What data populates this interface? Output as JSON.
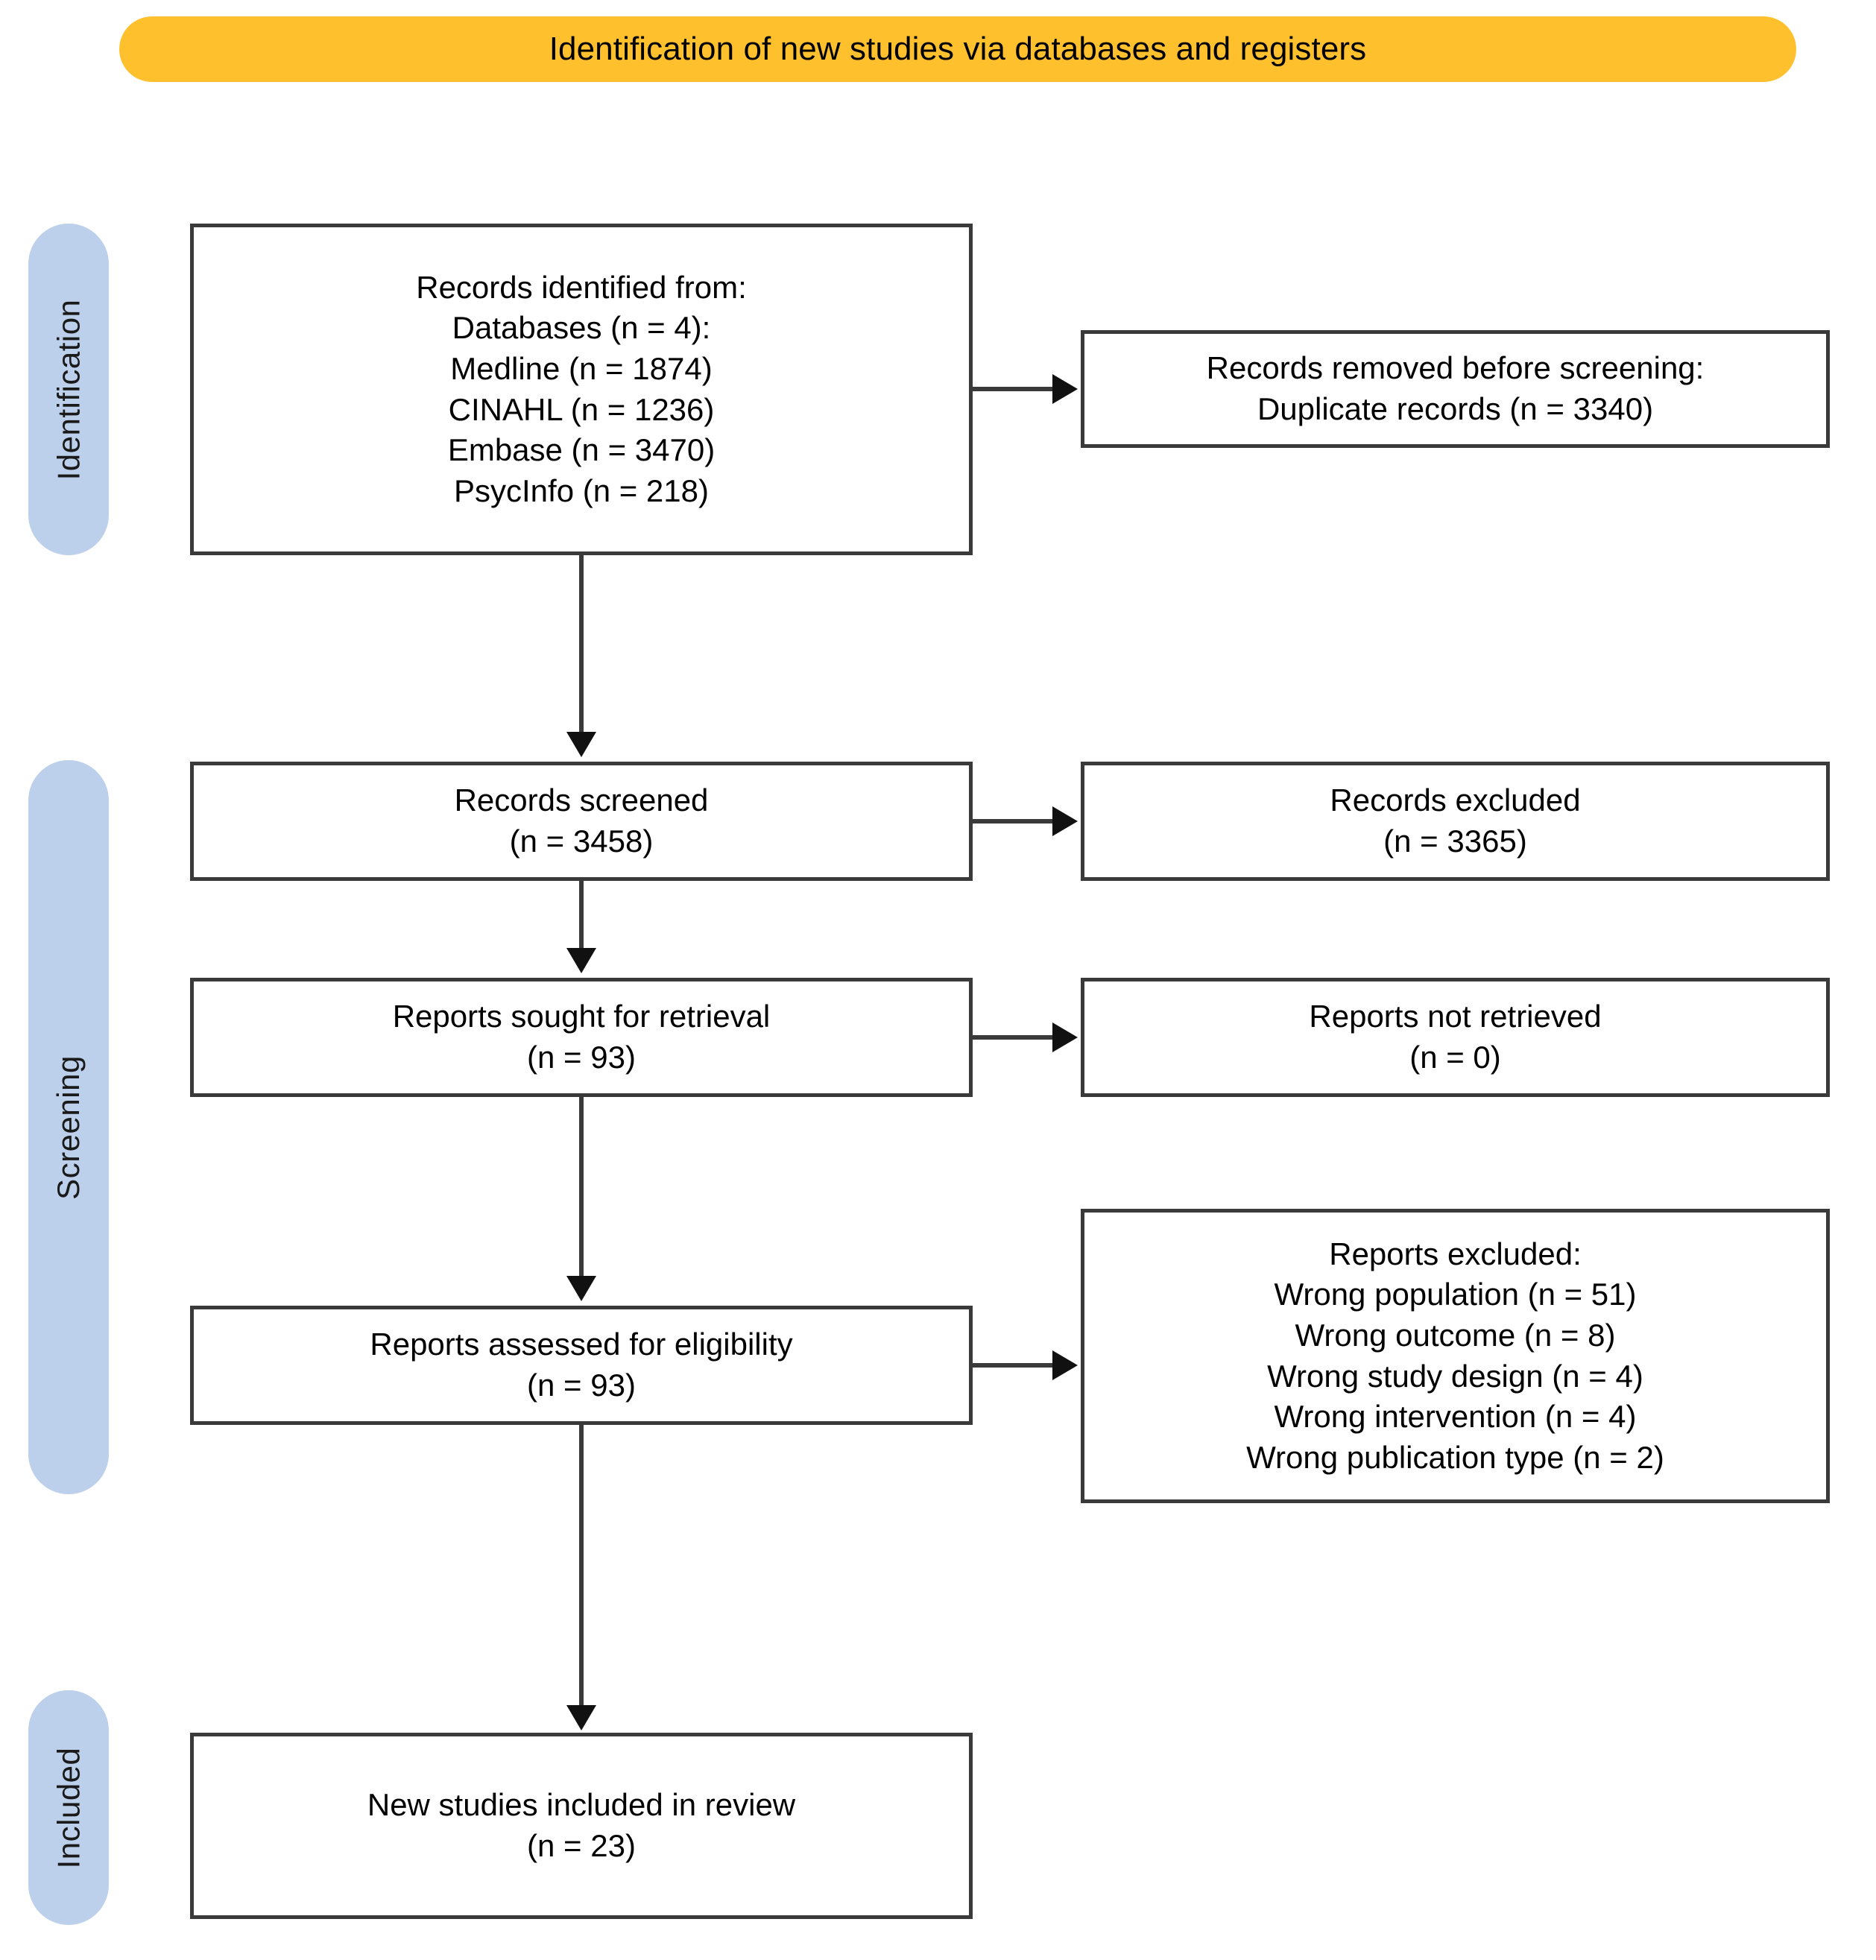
{
  "banner": {
    "title": "Identification of new studies via databases and registers",
    "color": "#FFC02E"
  },
  "stages": {
    "color": "#BCCFEB",
    "identification": "Identification",
    "screening": "Screening",
    "included": "Included"
  },
  "boxes": {
    "identified": {
      "name": "records-identified",
      "lines": [
        "Records identified from:",
        "Databases (n = 4):",
        "Medline (n = 1874)",
        "CINAHL (n = 1236)",
        "Embase (n = 3470)",
        "PsycInfo (n = 218)"
      ]
    },
    "removed": {
      "name": "records-removed-before-screening",
      "lines": [
        "Records removed before screening:",
        "Duplicate records (n = 3340)"
      ]
    },
    "screened": {
      "name": "records-screened",
      "lines": [
        "Records screened",
        "(n = 3458)"
      ]
    },
    "records_excluded": {
      "name": "records-excluded",
      "lines": [
        "Records excluded",
        "(n = 3365)"
      ]
    },
    "sought": {
      "name": "reports-sought-for-retrieval",
      "lines": [
        "Reports sought for retrieval",
        "(n = 93)"
      ]
    },
    "not_retrieved": {
      "name": "reports-not-retrieved",
      "lines": [
        "Reports not retrieved",
        "(n = 0)"
      ]
    },
    "assessed": {
      "name": "reports-assessed-for-eligibility",
      "lines": [
        "Reports assessed for eligibility",
        "(n = 93)"
      ]
    },
    "reports_excluded": {
      "name": "reports-excluded",
      "lines": [
        "Reports excluded:",
        "Wrong population (n = 51)",
        "Wrong outcome (n = 8)",
        "Wrong study design (n = 4)",
        "Wrong intervention (n = 4)",
        "Wrong publication type (n = 2)"
      ]
    },
    "included": {
      "name": "new-studies-included-in-review",
      "lines": [
        "New studies included in review",
        "(n = 23)"
      ]
    }
  },
  "chart_data": {
    "type": "diagram",
    "title": "Identification of new studies via databases and registers",
    "diagram_kind": "PRISMA 2020 flow diagram",
    "stages": [
      "Identification",
      "Screening",
      "Included"
    ],
    "nodes": [
      {
        "id": "identified",
        "stage": "Identification",
        "column": "left",
        "label": "Records identified from: Databases (n = 4)",
        "sources": [
          {
            "name": "Medline",
            "n": 1874
          },
          {
            "name": "CINAHL",
            "n": 1236
          },
          {
            "name": "Embase",
            "n": 3470
          },
          {
            "name": "PsycInfo",
            "n": 218
          }
        ],
        "databases_count": 4
      },
      {
        "id": "removed",
        "stage": "Identification",
        "column": "right",
        "label": "Records removed before screening: Duplicate records",
        "n": 3340
      },
      {
        "id": "screened",
        "stage": "Screening",
        "column": "left",
        "label": "Records screened",
        "n": 3458
      },
      {
        "id": "records_excluded",
        "stage": "Screening",
        "column": "right",
        "label": "Records excluded",
        "n": 3365
      },
      {
        "id": "sought",
        "stage": "Screening",
        "column": "left",
        "label": "Reports sought for retrieval",
        "n": 93
      },
      {
        "id": "not_retrieved",
        "stage": "Screening",
        "column": "right",
        "label": "Reports not retrieved",
        "n": 0
      },
      {
        "id": "assessed",
        "stage": "Screening",
        "column": "left",
        "label": "Reports assessed for eligibility",
        "n": 93
      },
      {
        "id": "reports_excluded",
        "stage": "Screening",
        "column": "right",
        "label": "Reports excluded",
        "reasons": [
          {
            "reason": "Wrong population",
            "n": 51
          },
          {
            "reason": "Wrong outcome",
            "n": 8
          },
          {
            "reason": "Wrong study design",
            "n": 4
          },
          {
            "reason": "Wrong intervention",
            "n": 4
          },
          {
            "reason": "Wrong publication type",
            "n": 2
          }
        ]
      },
      {
        "id": "included",
        "stage": "Included",
        "column": "left",
        "label": "New studies included in review",
        "n": 23
      }
    ],
    "edges": [
      {
        "from": "identified",
        "to": "removed",
        "direction": "right"
      },
      {
        "from": "identified",
        "to": "screened",
        "direction": "down"
      },
      {
        "from": "screened",
        "to": "records_excluded",
        "direction": "right"
      },
      {
        "from": "screened",
        "to": "sought",
        "direction": "down"
      },
      {
        "from": "sought",
        "to": "not_retrieved",
        "direction": "right"
      },
      {
        "from": "sought",
        "to": "assessed",
        "direction": "down"
      },
      {
        "from": "assessed",
        "to": "reports_excluded",
        "direction": "right"
      },
      {
        "from": "assessed",
        "to": "included",
        "direction": "down"
      }
    ]
  }
}
